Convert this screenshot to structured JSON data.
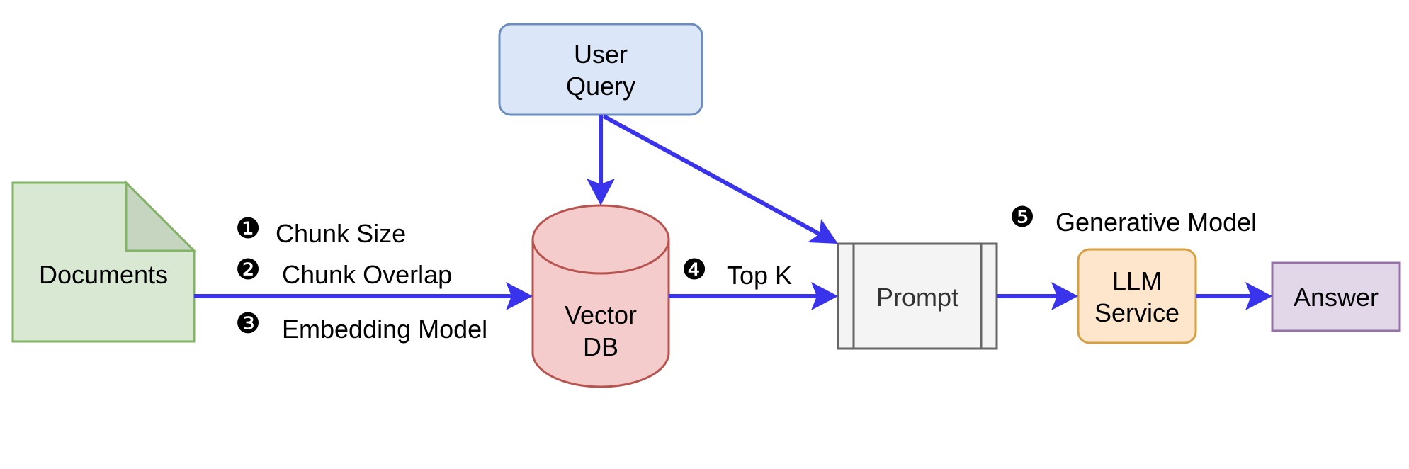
{
  "nodes": {
    "documents": "Documents",
    "user_query": [
      "User",
      "Query"
    ],
    "vector_db": [
      "Vector",
      "DB"
    ],
    "prompt": "Prompt",
    "llm_service": [
      "LLM",
      "Service"
    ],
    "answer": "Answer"
  },
  "parameters": {
    "chunk_size": {
      "number": "❶",
      "label": "Chunk Size"
    },
    "chunk_overlap": {
      "number": "❷",
      "label": "Chunk Overlap"
    },
    "embedding_model": {
      "number": "❸",
      "label": "Embedding Model"
    },
    "top_k": {
      "number": "❹",
      "label": "Top K"
    },
    "generative_model": {
      "number": "❺",
      "label": "Generative Model"
    }
  },
  "colors": {
    "arrow": "#3a33ec",
    "documents_fill": "#d9e8d3",
    "documents_stroke": "#82b366",
    "documents_fold": "#c6d5bf",
    "query_fill": "#dbe7f8",
    "query_stroke": "#6c8ebf",
    "db_fill": "#f4cccc",
    "db_stroke": "#b85450",
    "prompt_fill": "#f4f4f4",
    "prompt_stroke": "#666666",
    "llm_fill": "#fde6cc",
    "llm_stroke": "#d6a040",
    "answer_fill": "#e2d6e9",
    "answer_stroke": "#9673a6"
  }
}
